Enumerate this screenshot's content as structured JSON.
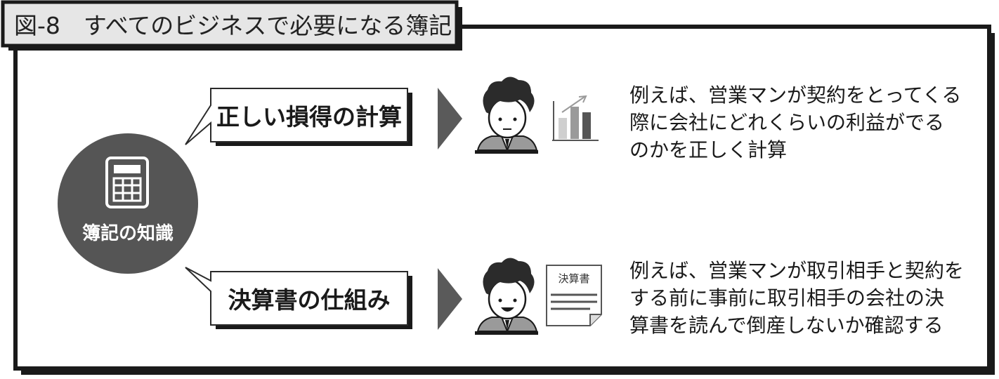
{
  "title": "図-8　すべてのビジネスで必要になる簿記",
  "center": {
    "label": "簿記の知識",
    "icon": "calculator-icon"
  },
  "items": [
    {
      "bubble": "正しい損得の計算",
      "person": "businessman-icon",
      "side_icon": "bar-chart-icon",
      "description": [
        "例えば、営業マンが契約をとってくる",
        "際に会社にどれくらいの利益がでる",
        "のかを正しく計算"
      ]
    },
    {
      "bubble": "決算書の仕組み",
      "person": "businessman-smiling-icon",
      "side_icon": "document-icon",
      "document_title": "決算書",
      "description": [
        "例えば、営業マンが取引相手と契約を",
        "する前に事前に取引相手の会社の決",
        "算書を読んで倒産しないか確認する"
      ]
    }
  ],
  "colors": {
    "frame": "#1a1a1a",
    "circle": "#555555",
    "arrow": "#5a5a5a",
    "title_bg": "#e6e6e6"
  }
}
